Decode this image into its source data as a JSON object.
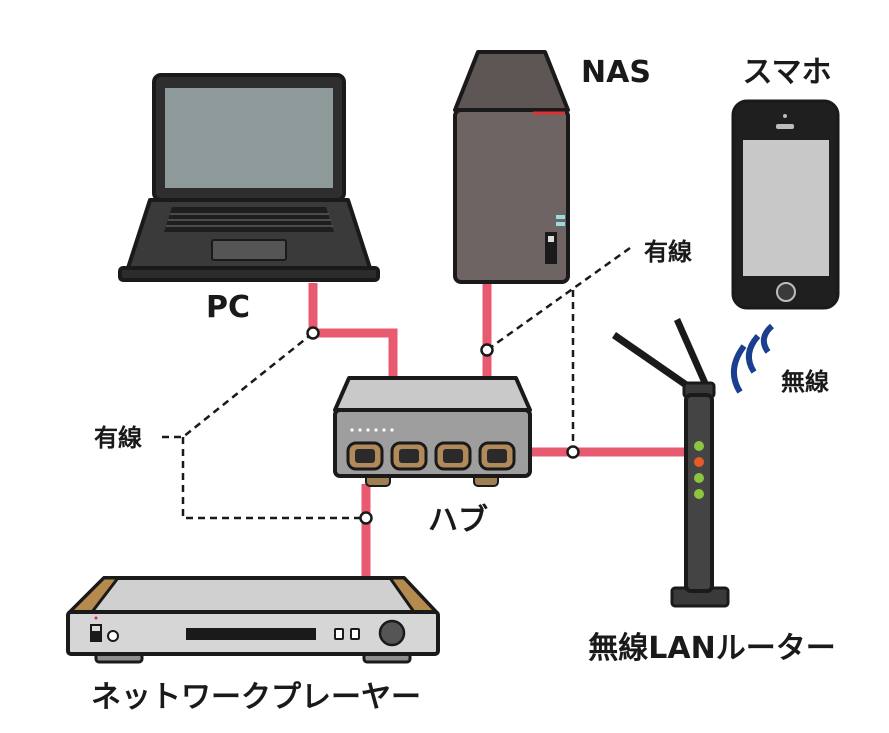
{
  "devices": {
    "pc": "PC",
    "nas": "NAS",
    "smartphone": "スマホ",
    "hub": "ハブ",
    "router": "無線LANルーター",
    "player": "ネットワークプレーヤー"
  },
  "annotations": {
    "wired_left": "有線",
    "wired_right": "有線",
    "wireless": "無線"
  },
  "colors": {
    "cable": "#e85a70",
    "outline": "#1a1a1a",
    "wifi": "#1a3f8f"
  }
}
